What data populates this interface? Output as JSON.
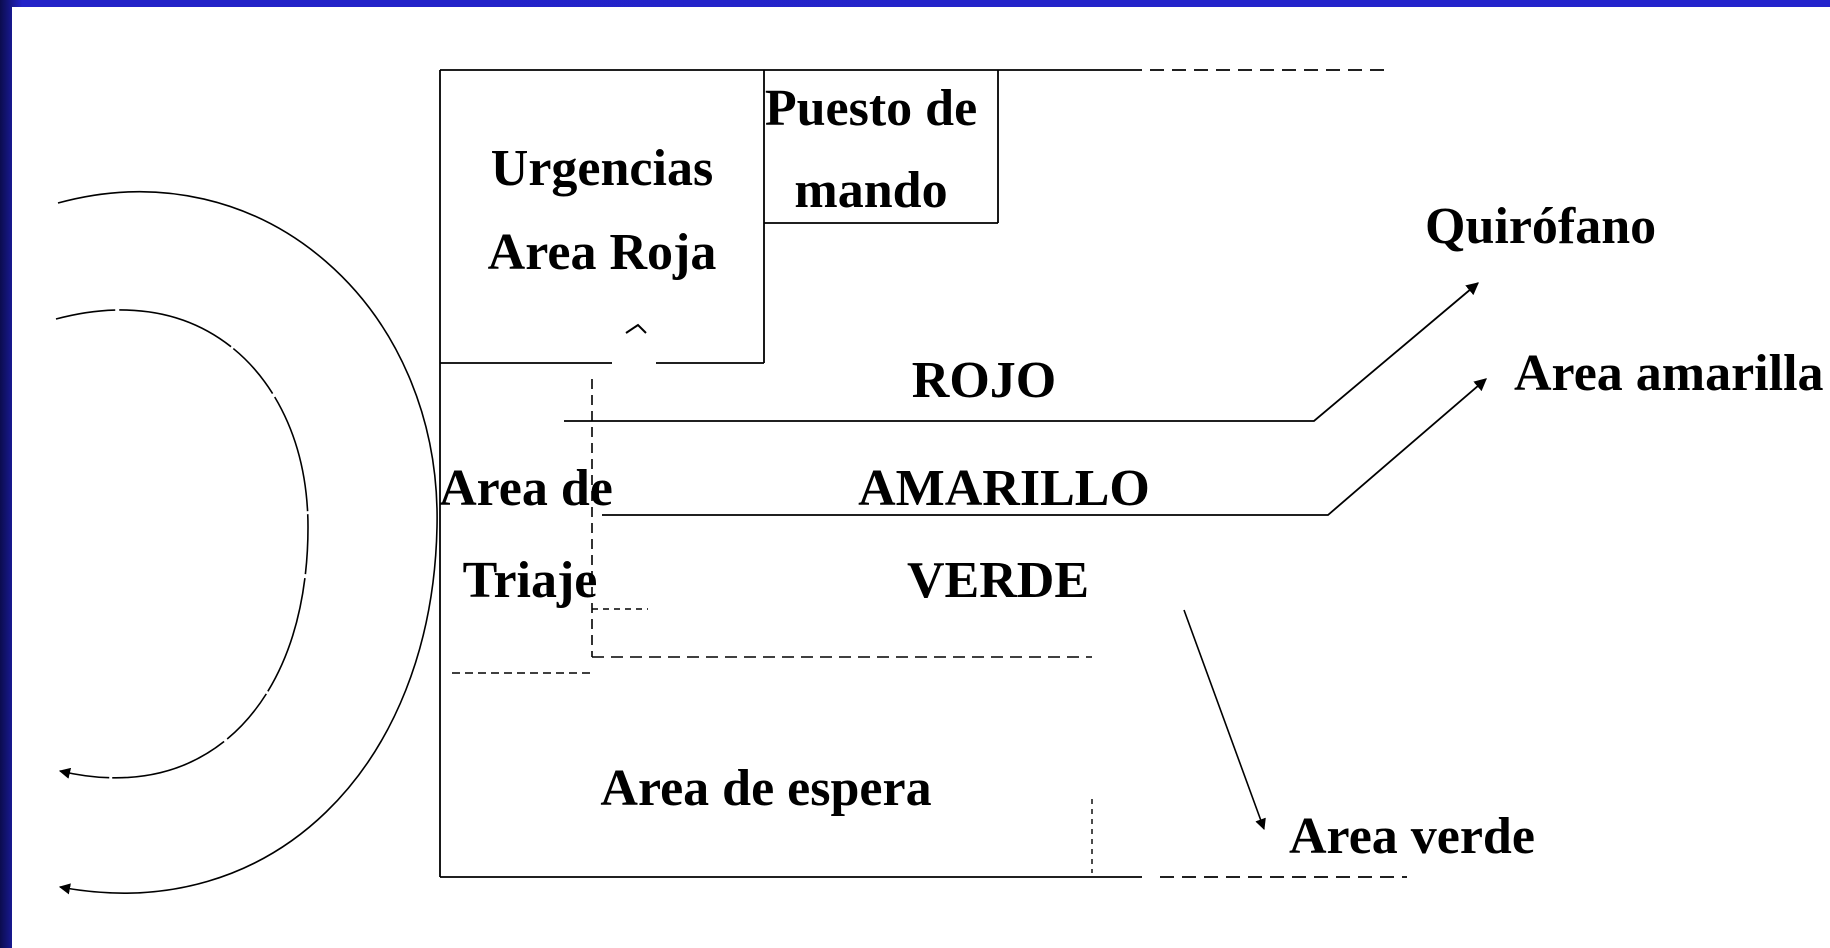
{
  "diagram": {
    "labels": {
      "urgencias_line1": "Urgencias",
      "urgencias_line2": "Area Roja",
      "puesto_line1": "Puesto de",
      "puesto_line2": "mando",
      "quirofano": "Quirófano",
      "rojo": "ROJO",
      "area_amarilla": "Area amarilla",
      "amarillo": "AMARILLO",
      "triaje_line1": "Area de",
      "triaje_line2": "Triaje",
      "verde": "VERDE",
      "area_espera": "Area de espera",
      "area_verde": "Area verde"
    }
  }
}
